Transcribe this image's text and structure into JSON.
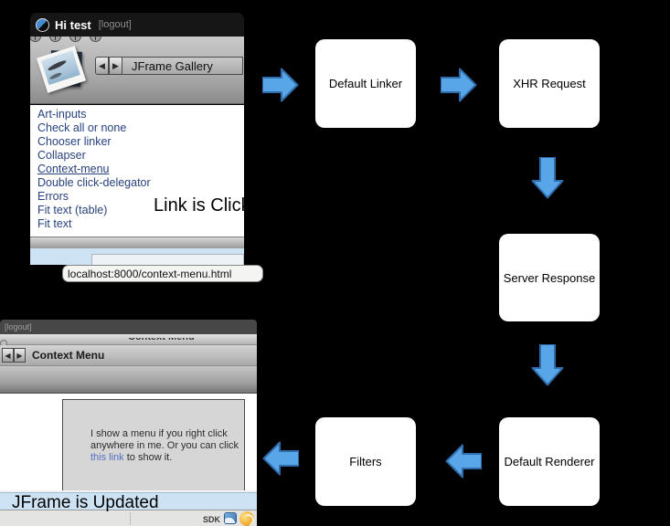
{
  "diagram": {
    "boxes": [
      {
        "label": "Default Linker"
      },
      {
        "label": "XHR Request"
      },
      {
        "label": "Server Response"
      },
      {
        "label": "Default Renderer"
      },
      {
        "label": "Filters"
      }
    ],
    "arrow_fill": "#58a6e8",
    "arrow_stroke": "#2e6cab",
    "caption_top": "Link is Click",
    "caption_bottom": "JFrame is Updated"
  },
  "gallery_window": {
    "titlebar": {
      "title": "Hi test",
      "logout_label": "[logout]"
    },
    "toolbar": {
      "back_glyph": "◀",
      "forward_glyph": "▶",
      "title": "JFrame Gallery"
    },
    "links": [
      "Art-inputs",
      "Check all or none",
      "Chooser linker",
      "Collapser",
      "Context-menu",
      "Double click-delegator",
      "Errors",
      "Fit text (table)",
      "Fit text"
    ],
    "status_tooltip": "localhost:8000/context-menu.html"
  },
  "context_window": {
    "titlebar": {
      "logout_label": "[logout]"
    },
    "cut_title": "Context Menu",
    "toolbar": {
      "back_glyph": "◀",
      "forward_glyph": "▶",
      "title": "Context Menu"
    },
    "panel": {
      "line1": "I show a menu if you right click",
      "line2": "anywhere in me. Or you can click",
      "link_text": "this link",
      "line3": " to show it."
    },
    "statusbar": {
      "sdk_label": "SDK"
    }
  },
  "colors": {
    "background": "#000000",
    "link_navy": "#28427f",
    "status_blue_bar": "#cde3f4",
    "panel_gray": "#d6d6d6"
  }
}
